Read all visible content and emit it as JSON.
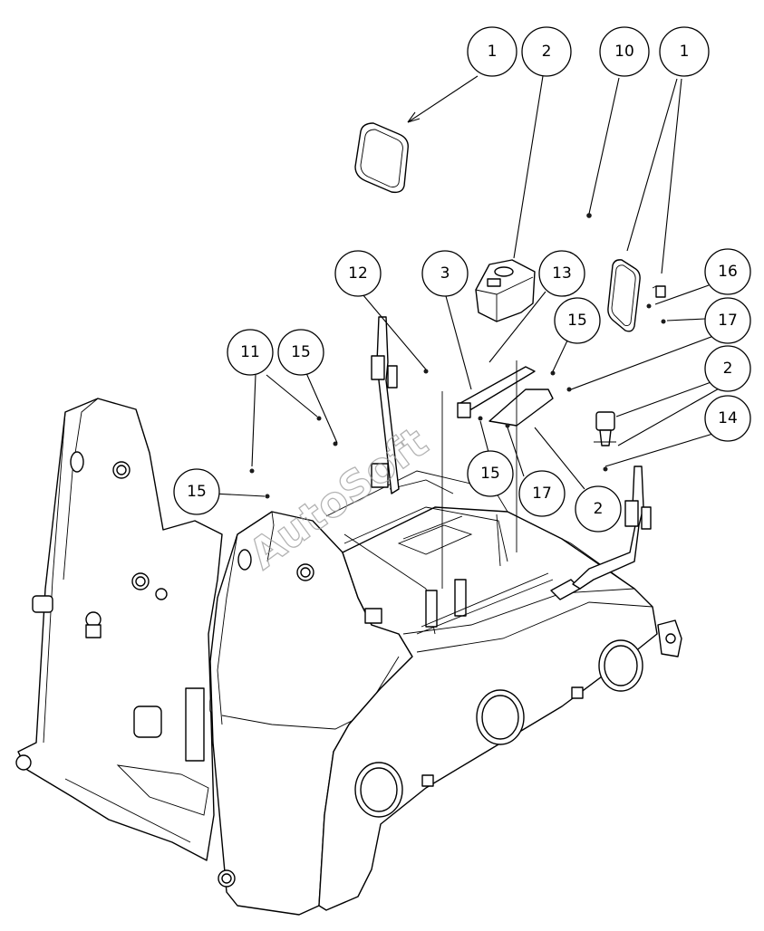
{
  "watermark": "AutoSoft",
  "callouts": [
    {
      "id": "c1a",
      "label": "1"
    },
    {
      "id": "c2a",
      "label": "2"
    },
    {
      "id": "c10",
      "label": "10"
    },
    {
      "id": "c1b",
      "label": "1"
    },
    {
      "id": "c16",
      "label": "16"
    },
    {
      "id": "c17a",
      "label": "17"
    },
    {
      "id": "c12",
      "label": "12"
    },
    {
      "id": "c3",
      "label": "3"
    },
    {
      "id": "c13",
      "label": "13"
    },
    {
      "id": "c15a",
      "label": "15"
    },
    {
      "id": "c2b",
      "label": "2"
    },
    {
      "id": "c14",
      "label": "14"
    },
    {
      "id": "c11",
      "label": "11"
    },
    {
      "id": "c15b",
      "label": "15"
    },
    {
      "id": "c15c",
      "label": "15"
    },
    {
      "id": "c15d",
      "label": "15"
    },
    {
      "id": "c17b",
      "label": "17"
    },
    {
      "id": "c2c",
      "label": "2"
    }
  ]
}
